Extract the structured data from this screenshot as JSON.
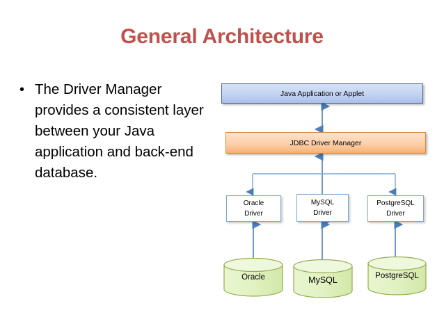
{
  "slide": {
    "title": "General Architecture",
    "title_color": "#c0504d",
    "background": "#ffffff"
  },
  "content": {
    "bullets": [
      {
        "marker": "•",
        "text": "The Driver Manager provides a consistent layer between your Java application and back-end database."
      }
    ]
  },
  "diagram": {
    "type": "architecture-flow",
    "nodes": {
      "application": {
        "label": "Java Application or Applet",
        "shape": "rectangle",
        "fill": "#c3d3f2",
        "border": "#43698f"
      },
      "driver_manager": {
        "label": "JDBC Driver Manager",
        "shape": "rectangle",
        "fill": "#fcd0ab",
        "border": "#d38a3e"
      },
      "drivers": [
        {
          "line1": "Oracle",
          "line2": "Driver",
          "fill": "#ffffff",
          "border": "#7da7d0"
        },
        {
          "line1": "MySQL",
          "line2": "Driver",
          "fill": "#ffffff",
          "border": "#7da7d0"
        },
        {
          "line1": "PostgreSQL",
          "line2": "Driver",
          "fill": "#ffffff",
          "border": "#7da7d0"
        }
      ],
      "databases": [
        {
          "label": "Oracle",
          "shape": "cylinder",
          "fill": "#dff0b8",
          "border": "#94ab4e"
        },
        {
          "label": "MySQL",
          "shape": "cylinder",
          "fill": "#dff0b8",
          "border": "#94ab4e"
        },
        {
          "label": "PostgreSQL",
          "shape": "cylinder",
          "fill": "#dff0b8",
          "border": "#94ab4e"
        }
      ]
    },
    "connectors": {
      "color": "#4a7ebb",
      "app_to_manager": "double-arrow",
      "manager_to_drivers": "branch-down-arrow",
      "drivers_to_databases": "double-arrow"
    }
  }
}
